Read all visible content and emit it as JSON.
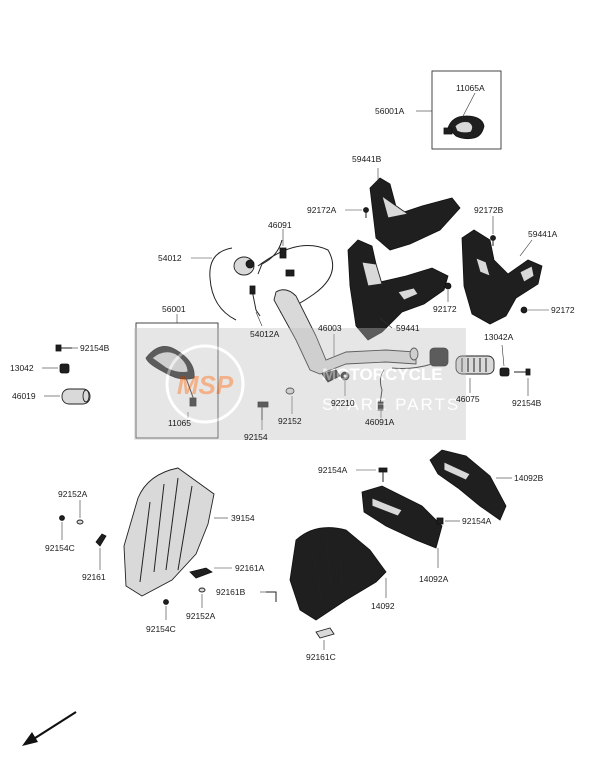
{
  "watermark": {
    "logo_text": "MSP",
    "line1": "MOTORCYCLE",
    "line2": "SPARE PARTS",
    "color": "#8a8a8a",
    "logo_color": "#e8722a"
  },
  "labels": {
    "p_56001A": "56001A",
    "p_11065A": "11065A",
    "p_59441B": "59441B",
    "p_92172A": "92172A",
    "p_92172B": "92172B",
    "p_59441A": "59441A",
    "p_46091": "46091",
    "p_54012": "54012",
    "p_54012A": "54012A",
    "p_92172_1": "92172",
    "p_92172_2": "92172",
    "p_56001": "56001",
    "p_46003": "46003",
    "p_59441": "59441",
    "p_13042A": "13042A",
    "p_92154B_1": "92154B",
    "p_13042": "13042",
    "p_46019": "46019",
    "p_11065": "11065",
    "p_92154": "92154",
    "p_92152": "92152",
    "p_92210": "92210",
    "p_46091A": "46091A",
    "p_46075": "46075",
    "p_92154B_2": "92154B",
    "p_92154A_1": "92154A",
    "p_14092B": "14092B",
    "p_92152A_1": "92152A",
    "p_39154": "39154",
    "p_92154C_1": "92154C",
    "p_92154A_2": "92154A",
    "p_92161": "92161",
    "p_92161A": "92161A",
    "p_14092A": "14092A",
    "p_92161B": "92161B",
    "p_14092": "14092",
    "p_92154C_2": "92154C",
    "p_92152A_2": "92152A",
    "p_92161C": "92161C"
  },
  "icons": {
    "direction_arrow": "arrow-down-left-icon"
  }
}
